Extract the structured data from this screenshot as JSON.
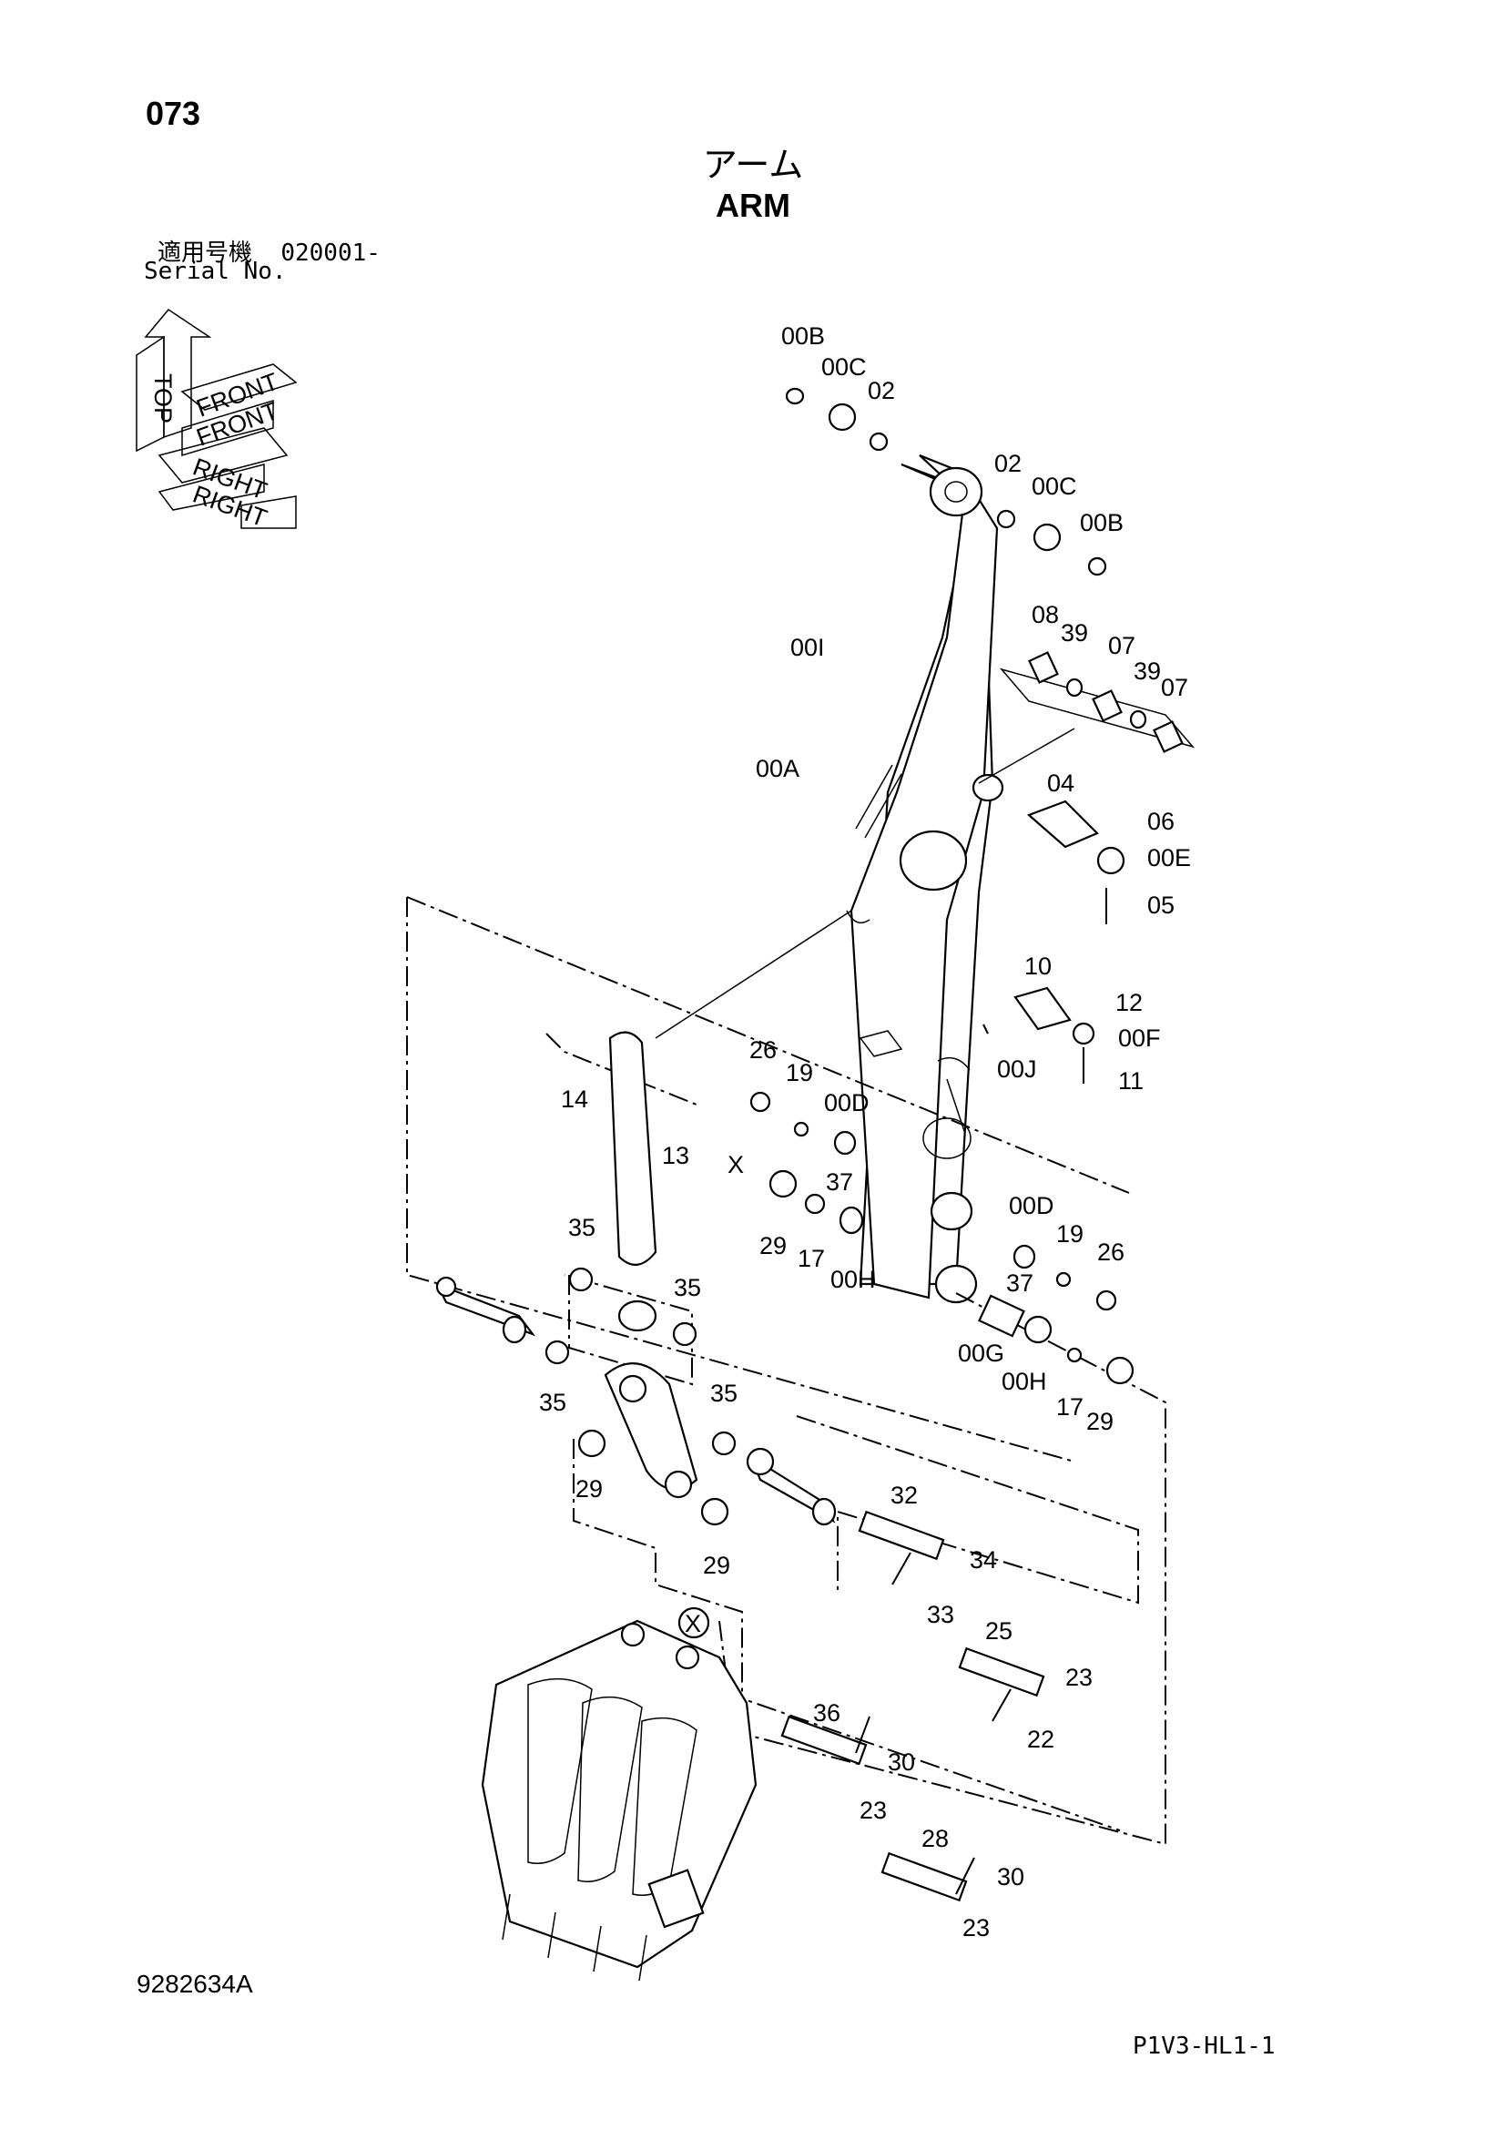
{
  "header": {
    "page_number": "073",
    "title_jp": "アーム",
    "title_en": "ARM",
    "serial_label_jp": "適用号機",
    "serial_value": "020001-",
    "serial_label_en": "Serial No."
  },
  "orientation": {
    "top": "TOP",
    "front": "FRONT",
    "right": "RIGHT"
  },
  "callouts": [
    "00B",
    "00C",
    "02",
    "02",
    "00C",
    "00B",
    "08",
    "39",
    "07",
    "39",
    "07",
    "00I",
    "00A",
    "04",
    "06",
    "00E",
    "05",
    "10",
    "12",
    "00F",
    "11",
    "00J",
    "26",
    "19",
    "00D",
    "14",
    "13",
    "X",
    "37",
    "29",
    "17",
    "00H",
    "00D",
    "19",
    "26",
    "37",
    "00G",
    "00H",
    "17",
    "29",
    "35",
    "35",
    "35",
    "35",
    "29",
    "29",
    "32",
    "34",
    "33",
    "X",
    "25",
    "23",
    "22",
    "36",
    "30",
    "23",
    "28",
    "30",
    "23"
  ],
  "footer": {
    "drawing_number": "9282634A",
    "page_code": "P1V3-HL1-1"
  }
}
